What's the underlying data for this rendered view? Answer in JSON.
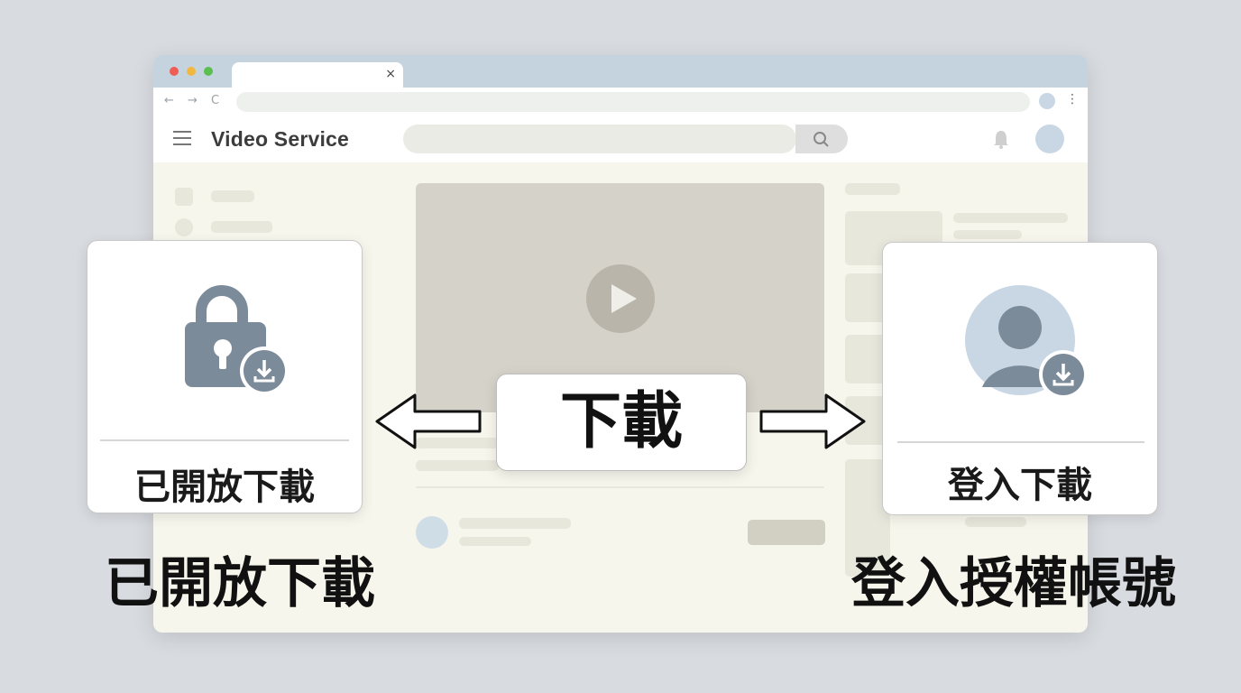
{
  "browser": {
    "tab_close": "×",
    "nav": {
      "back": "←",
      "forward": "→",
      "reload": "C"
    },
    "kebab": "⋮"
  },
  "site": {
    "title": "Video Service",
    "search_icon": "search-icon",
    "bell_icon": "bell-icon"
  },
  "center_button": {
    "label": "下載"
  },
  "left_card": {
    "label": "已開放下載",
    "icon": "lock-download-icon"
  },
  "right_card": {
    "label": "登入下載",
    "icon": "user-download-icon"
  },
  "captions": {
    "left": "已開放下載",
    "right": "登入授權帳號"
  },
  "colors": {
    "lock": "#7c8b9a",
    "avatar": "#c9d7e4",
    "page": "#f6f6ec"
  }
}
